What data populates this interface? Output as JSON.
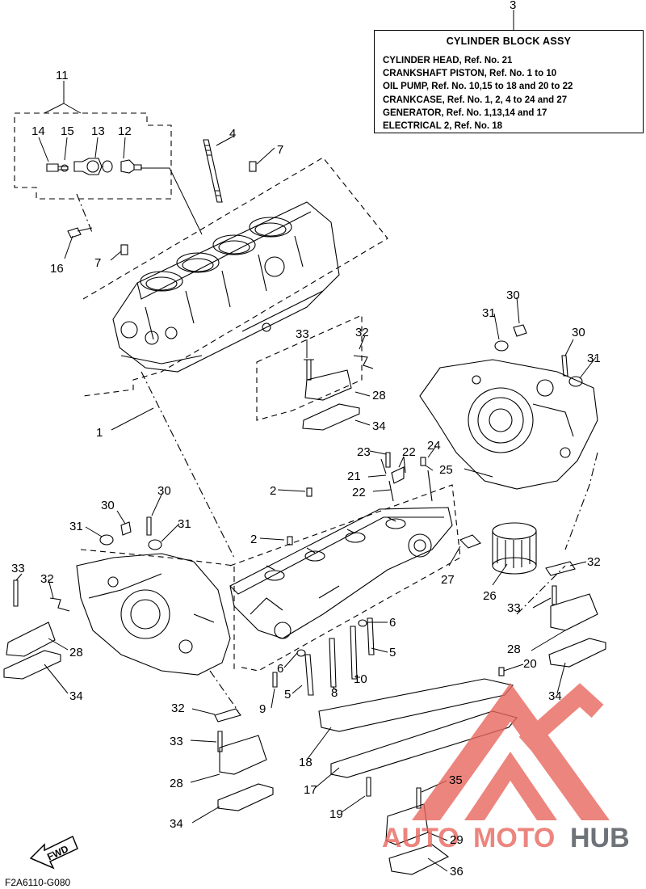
{
  "assembly": {
    "ref_number": "3",
    "title": "CYLINDER BLOCK ASSY",
    "lines": [
      "CYLINDER HEAD, Ref. No. 21",
      "CRANKSHAFT PISTON, Ref. No. 1 to 10",
      "OIL PUMP, Ref. No. 10,15 to 18  and 20 to 22",
      "CRANKCASE, Ref. No. 1, 2, 4 to 24 and 27",
      "GENERATOR, Ref. No. 1,13,14 and 17",
      "ELECTRICAL 2, Ref. No. 18"
    ]
  },
  "callouts": [
    "11",
    "14",
    "15",
    "13",
    "12",
    "4",
    "7",
    "7",
    "16",
    "1",
    "33",
    "32",
    "28",
    "34",
    "30",
    "31",
    "30",
    "31",
    "23",
    "22",
    "24",
    "21",
    "25",
    "22",
    "2",
    "2",
    "30",
    "30",
    "31",
    "31",
    "33",
    "32",
    "28",
    "34",
    "27",
    "26",
    "32",
    "33",
    "6",
    "5",
    "10",
    "8",
    "9",
    "5",
    "6",
    "20",
    "28",
    "34",
    "32",
    "33",
    "28",
    "34",
    "18",
    "17",
    "35",
    "19",
    "29",
    "36"
  ],
  "fwd_label": "FWD",
  "diagram_code": "F2A6110-G080",
  "watermark": {
    "auto": "AUTO",
    "moto": "MOTO",
    "hub": "HUB"
  },
  "colors": {
    "line": "#000000",
    "watermark_red": "#e8675e",
    "watermark_dark": "#4a5058"
  }
}
